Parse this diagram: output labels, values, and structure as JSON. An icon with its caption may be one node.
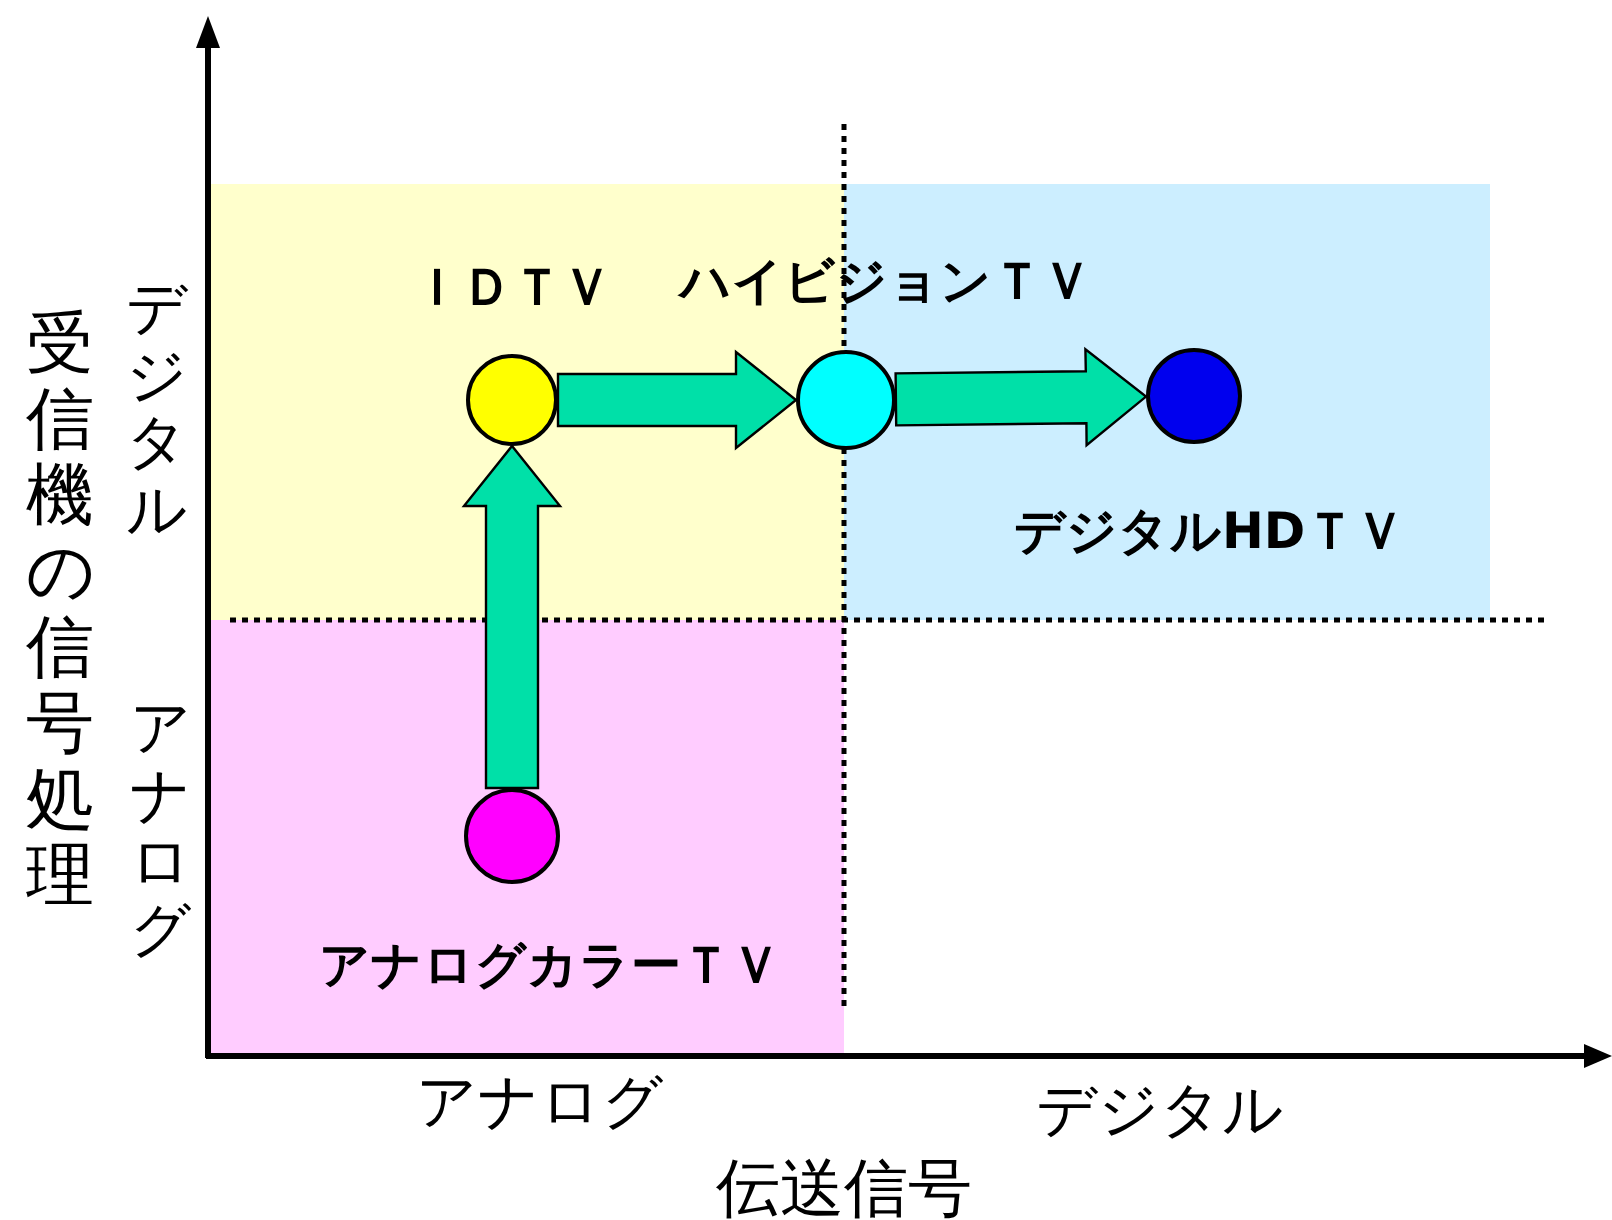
{
  "diagram": {
    "nodes": [
      {
        "text": [
          "ＩＤＴＶ"
        ]
      },
      {
        "text": [
          "ハイビジョンＴＶ"
        ]
      },
      {
        "text": [
          "デジタルHDＴＶ"
        ]
      },
      {
        "text": [
          "アナログカラーＴＶ"
        ]
      }
    ],
    "edges": [
      {
        "from": 3,
        "to": 0,
        "arrow": "to"
      },
      {
        "from": 0,
        "to": 1,
        "arrow": "to"
      },
      {
        "from": 1,
        "to": 2,
        "arrow": "to"
      }
    ],
    "labels": [
      "デジタル",
      "受信機の信号処理",
      "アナログ",
      "アナログ",
      "デジタル",
      "伝送信号"
    ]
  }
}
